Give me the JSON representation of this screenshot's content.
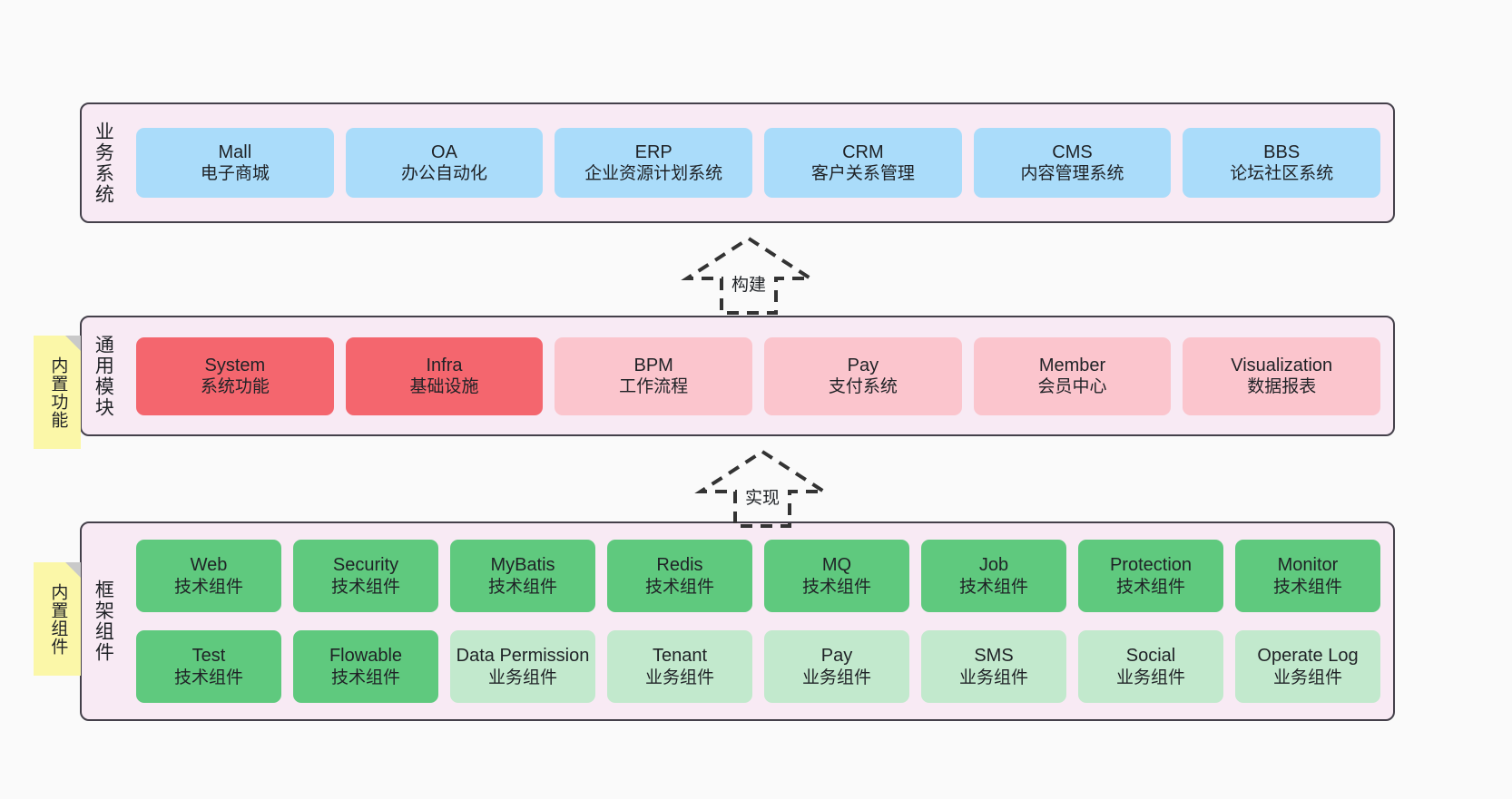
{
  "diagram": {
    "background": "#fafafa",
    "panel_bg": "#f8eaf4",
    "panel_border": "#44404a",
    "note_bg": "#fbf7a8",
    "colors": {
      "business": "#aadcfa",
      "module_core": "#f4666e",
      "module_optional": "#fbc5cd",
      "component_tech": "#5fc97e",
      "component_biz": "#c2e9cd"
    }
  },
  "notes": [
    {
      "text": "内置功能"
    },
    {
      "text": "内置组件"
    }
  ],
  "arrows": [
    {
      "label": "构建"
    },
    {
      "label": "实现"
    }
  ],
  "layers": [
    {
      "label": "业务系统",
      "rows": [
        [
          {
            "title": "Mall",
            "subtitle": "电子商城",
            "color": "blue"
          },
          {
            "title": "OA",
            "subtitle": "办公自动化",
            "color": "blue"
          },
          {
            "title": "ERP",
            "subtitle": "企业资源计划系统",
            "color": "blue"
          },
          {
            "title": "CRM",
            "subtitle": "客户关系管理",
            "color": "blue"
          },
          {
            "title": "CMS",
            "subtitle": "内容管理系统",
            "color": "blue"
          },
          {
            "title": "BBS",
            "subtitle": "论坛社区系统",
            "color": "blue"
          }
        ]
      ]
    },
    {
      "label": "通用模块",
      "rows": [
        [
          {
            "title": "System",
            "subtitle": "系统功能",
            "color": "red"
          },
          {
            "title": "Infra",
            "subtitle": "基础设施",
            "color": "red"
          },
          {
            "title": "BPM",
            "subtitle": "工作流程",
            "color": "pink"
          },
          {
            "title": "Pay",
            "subtitle": "支付系统",
            "color": "pink"
          },
          {
            "title": "Member",
            "subtitle": "会员中心",
            "color": "pink"
          },
          {
            "title": "Visualization",
            "subtitle": "数据报表",
            "color": "pink"
          }
        ]
      ]
    },
    {
      "label": "框架组件",
      "rows": [
        [
          {
            "title": "Web",
            "subtitle": "技术组件",
            "color": "green"
          },
          {
            "title": "Security",
            "subtitle": "技术组件",
            "color": "green"
          },
          {
            "title": "MyBatis",
            "subtitle": "技术组件",
            "color": "green"
          },
          {
            "title": "Redis",
            "subtitle": "技术组件",
            "color": "green"
          },
          {
            "title": "MQ",
            "subtitle": "技术组件",
            "color": "green"
          },
          {
            "title": "Job",
            "subtitle": "技术组件",
            "color": "green"
          },
          {
            "title": "Protection",
            "subtitle": "技术组件",
            "color": "green"
          },
          {
            "title": "Monitor",
            "subtitle": "技术组件",
            "color": "green"
          }
        ],
        [
          {
            "title": "Test",
            "subtitle": "技术组件",
            "color": "green"
          },
          {
            "title": "Flowable",
            "subtitle": "技术组件",
            "color": "green"
          },
          {
            "title": "Data Permission",
            "subtitle": "业务组件",
            "color": "lightgreen"
          },
          {
            "title": "Tenant",
            "subtitle": "业务组件",
            "color": "lightgreen"
          },
          {
            "title": "Pay",
            "subtitle": "业务组件",
            "color": "lightgreen"
          },
          {
            "title": "SMS",
            "subtitle": "业务组件",
            "color": "lightgreen"
          },
          {
            "title": "Social",
            "subtitle": "业务组件",
            "color": "lightgreen"
          },
          {
            "title": "Operate Log",
            "subtitle": "业务组件",
            "color": "lightgreen"
          }
        ]
      ]
    }
  ]
}
